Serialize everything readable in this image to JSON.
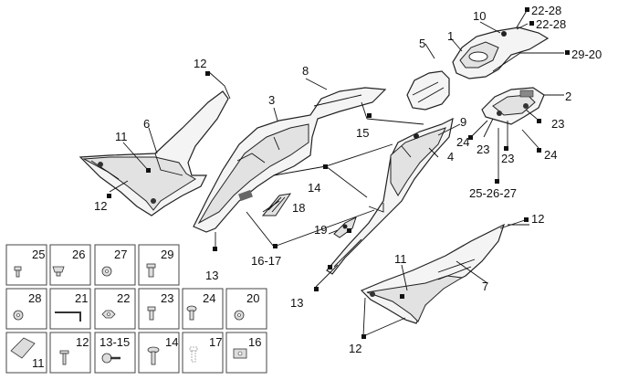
{
  "labels": {
    "p1": "1",
    "p2": "2",
    "p3": "3",
    "p4": "4",
    "p5": "5",
    "p6": "6",
    "p7": "7",
    "p8": "8",
    "p9": "9",
    "p10": "10",
    "p11a": "11",
    "p11b": "11",
    "p12a": "12",
    "p12b": "12",
    "p12c": "12",
    "p12d": "12",
    "p13a": "13",
    "p13b": "13",
    "p14": "14",
    "p15": "15",
    "p16_17": "16-17",
    "p18": "18",
    "p19": "19",
    "p22_28a": "22-28",
    "p22_28b": "22-28",
    "p29_20": "29-20",
    "p23a": "23",
    "p23b": "23",
    "p23c": "23",
    "p24a": "24",
    "p24b": "24",
    "p25_26_27": "25-26-27"
  },
  "hardware_boxes": [
    {
      "label": "25"
    },
    {
      "label": "26"
    },
    {
      "label": "27"
    },
    {
      "label": "29"
    },
    {
      "label": "28"
    },
    {
      "label": "21"
    },
    {
      "label": "22"
    },
    {
      "label": "23"
    },
    {
      "label": "24"
    },
    {
      "label": "20"
    },
    {
      "label": "11"
    },
    {
      "label": "12"
    },
    {
      "label": "13-15"
    },
    {
      "label": "14"
    },
    {
      "label": "17"
    },
    {
      "label": "16"
    }
  ]
}
